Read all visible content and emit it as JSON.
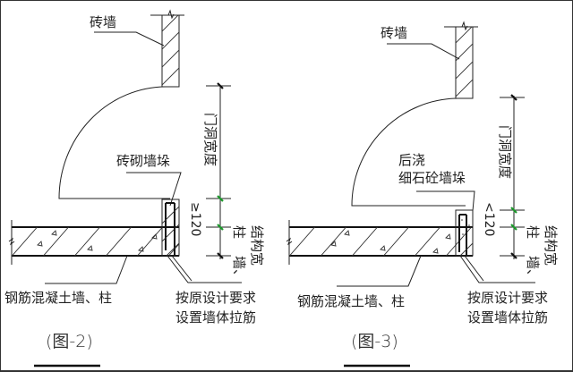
{
  "figures": [
    {
      "id": "fig-2",
      "caption": "(图-2)",
      "labels": {
        "brick_wall": "砖墙",
        "pier": "砖砌墙垛",
        "pier_line2": "",
        "rc_wall": "钢筋混凝土墙、柱",
        "tie_bars_line1": "按原设计要求",
        "tie_bars_line2": "设置墙体拉筋",
        "door_width": "门洞宽度",
        "pier_dim": "≥120",
        "struct_width": "墙、柱\n结构宽"
      }
    },
    {
      "id": "fig-3",
      "caption": "(图-3)",
      "labels": {
        "brick_wall": "砖墙",
        "pier": "后浇",
        "pier_line2": "细石砼墙垛",
        "rc_wall": "钢筋混凝土墙、柱",
        "tie_bars_line1": "按原设计要求",
        "tie_bars_line2": "设置墙体拉筋",
        "door_width": "门洞宽度",
        "pier_dim": "<120",
        "struct_width": "墙、柱\n结构宽"
      }
    }
  ],
  "colors": {
    "line": "#222222",
    "dim_tick_green": "#1a9a2a",
    "background": "#ffffff"
  }
}
